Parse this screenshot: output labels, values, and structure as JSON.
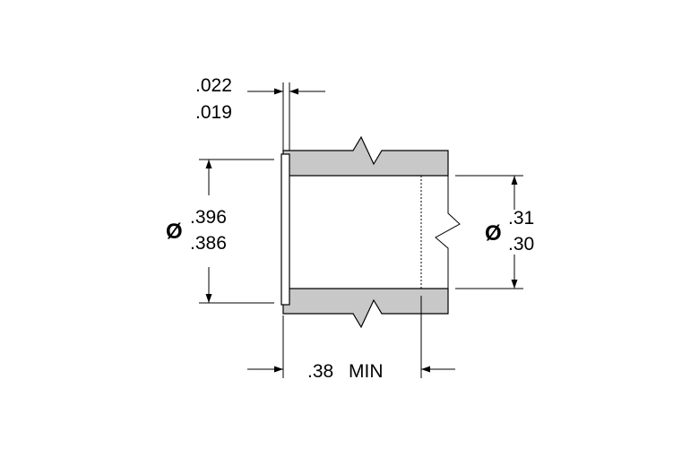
{
  "colors": {
    "background": "#ffffff",
    "tube_fill": "#c8c8c8",
    "flange_fill": "#ffffff",
    "line": "#000000"
  },
  "flange_thickness": {
    "max": ".022",
    "min": ".019"
  },
  "outer_diameter": {
    "symbol": "Ø",
    "max": ".396",
    "min": ".386"
  },
  "inner_diameter": {
    "symbol": "Ø",
    "max": ".31",
    "min": ".30"
  },
  "length": {
    "value": ".38",
    "qualifier": "MIN"
  }
}
